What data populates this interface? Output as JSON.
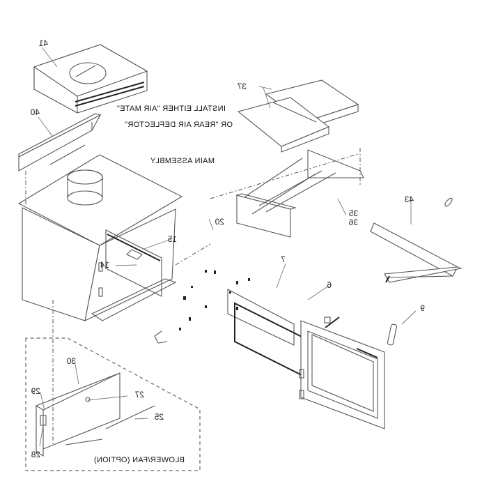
{
  "diagram": {
    "title": "Wood stove exploded parts diagram (mirrored)",
    "notes": {
      "install_line1": "INSTALL EITHER \"AIR MATE\"",
      "install_line2": "OR \"REAR AIR DEFLECTOR\"",
      "main_assembly": "MAIN ASSEMBLY",
      "blower_option": "BLOWER/FAN (OPTION)"
    },
    "parts": {
      "p41": "41",
      "p40": "40",
      "p37": "37",
      "p35": "35",
      "p36": "36",
      "p43": "43",
      "p20": "20",
      "p15": "15",
      "p14": "14",
      "p7": "7",
      "p6": "6",
      "p9": "9",
      "p30": "30",
      "p29": "29",
      "p27": "27",
      "p25": "25",
      "p28": "28"
    }
  }
}
